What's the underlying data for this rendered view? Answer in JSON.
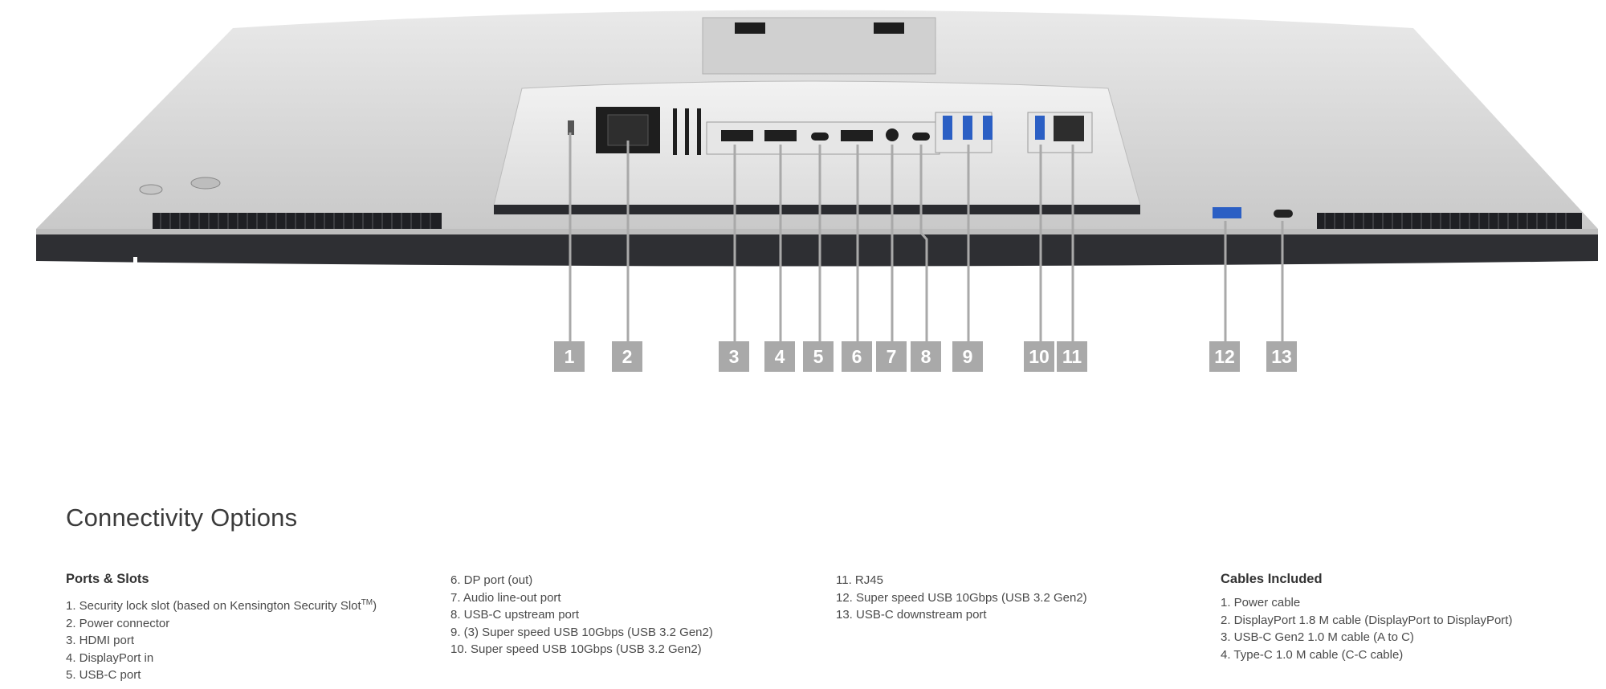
{
  "callouts": [
    "1",
    "2",
    "3",
    "4",
    "5",
    "6",
    "7",
    "8",
    "9",
    "10",
    "11",
    "12",
    "13"
  ],
  "section": {
    "title": "Connectivity Options"
  },
  "ports_slots": {
    "heading": "Ports & Slots",
    "col1": [
      "1. Security lock slot (based on Kensington Security Slot",
      "2. Power connector",
      "3. HDMI port",
      "4. DisplayPort in",
      "5. USB-C port"
    ],
    "tm": "TM",
    "tm_close": ")",
    "col2": [
      "6. DP port (out)",
      "7. Audio line-out port",
      "8. USB-C upstream port",
      "9. (3) Super speed USB 10Gbps (USB 3.2 Gen2)",
      "10. Super speed USB 10Gbps (USB 3.2 Gen2)"
    ],
    "col3": [
      "11. RJ45",
      "12. Super speed USB 10Gbps (USB 3.2 Gen2)",
      "13. USB-C downstream port"
    ]
  },
  "cables": {
    "heading": "Cables Included",
    "items": [
      "1. Power cable",
      "2. DisplayPort 1.8 M cable (DisplayPort to DisplayPort)",
      "3. USB-C Gen2 1.0 M cable (A to C)",
      "4. Type-C 1.0 M cable (C-C cable)"
    ]
  },
  "colors": {
    "callout_bg": "#a9a9a9",
    "monitor_silver": "#d8d8d8",
    "monitor_base": "#2e2f33"
  }
}
